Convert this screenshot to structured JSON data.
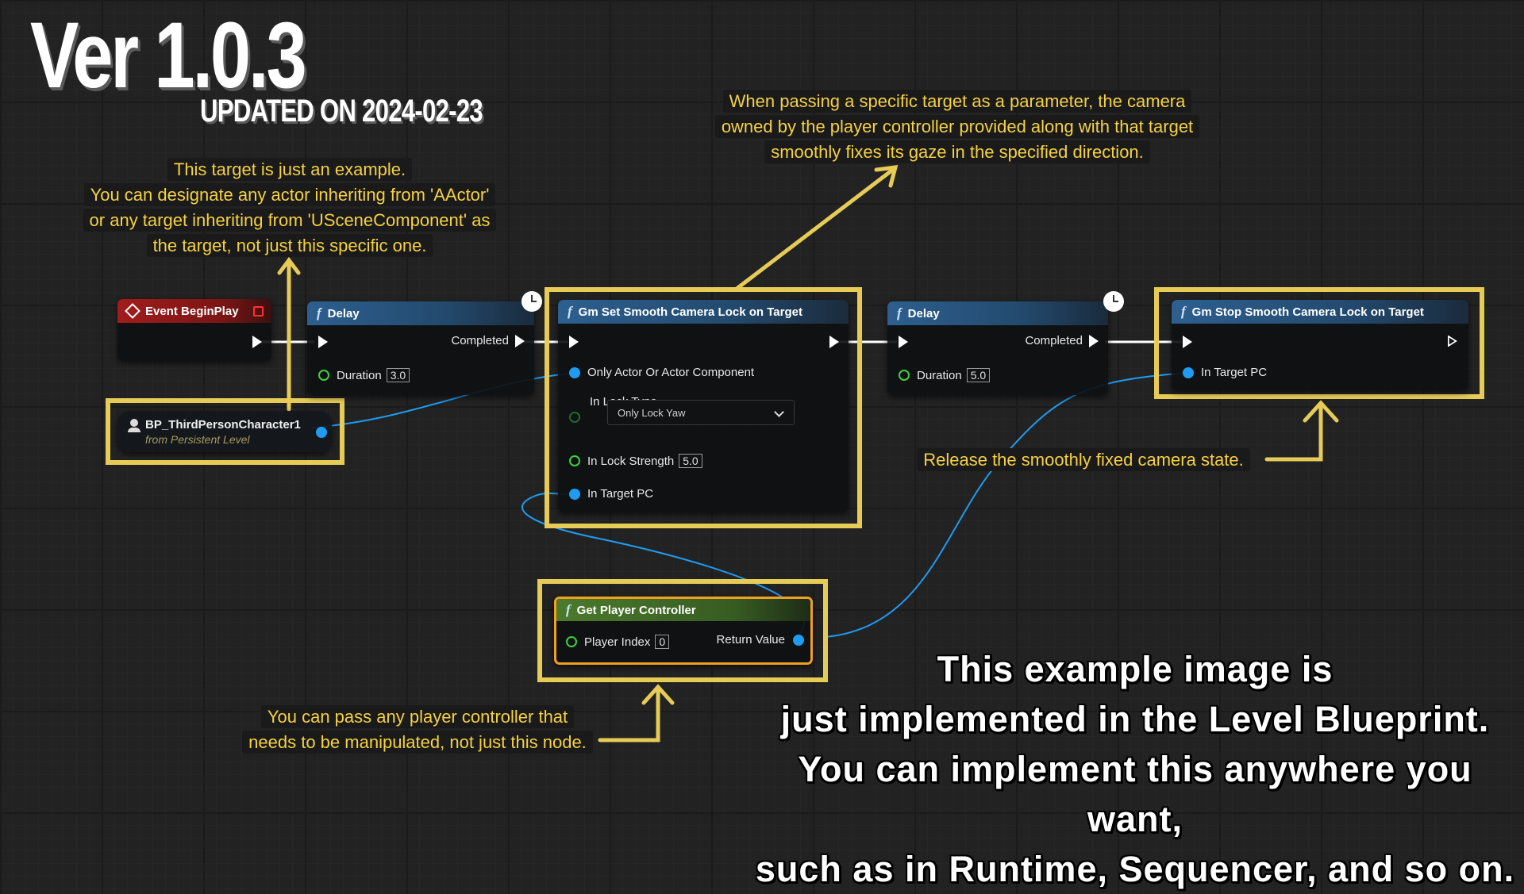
{
  "header": {
    "version": "Ver 1.0.3",
    "updated": "UPDATED ON 2024-02-23"
  },
  "notes": {
    "target_example": [
      "This target is just an example.",
      "You can designate any actor inheriting from 'AActor'",
      "or any target inheriting from 'USceneComponent' as",
      "the target, not just this specific one."
    ],
    "passing_target": [
      "When passing a specific target as a parameter, the camera",
      "owned by the player controller provided along with that target",
      "smoothly fixes its gaze in the specified direction."
    ],
    "release": "Release the smoothly fixed camera state.",
    "player_controller": [
      "You can pass any player controller that",
      "needs to be manipulated, not just this node."
    ]
  },
  "nodes": {
    "begin_play": {
      "title": "Event BeginPlay"
    },
    "delay1": {
      "title": "Delay",
      "completed": "Completed",
      "duration_label": "Duration",
      "duration_value": "3.0"
    },
    "set_lock": {
      "title": "Gm Set Smooth Camera Lock on Target",
      "pin_target": "Only Actor Or Actor Component",
      "pin_lock_type": "In Lock Type",
      "lock_type_value": "Only Lock Yaw",
      "pin_strength": "In Lock Strength",
      "strength_value": "5.0",
      "pin_pc": "In Target PC"
    },
    "delay2": {
      "title": "Delay",
      "completed": "Completed",
      "duration_label": "Duration",
      "duration_value": "5.0"
    },
    "stop_lock": {
      "title": "Gm Stop Smooth Camera Lock on Target",
      "pin_pc": "In Target PC"
    },
    "actor_ref": {
      "title": "BP_ThirdPersonCharacter1",
      "subtitle": "from Persistent Level"
    },
    "get_pc": {
      "title": "Get Player Controller",
      "player_index_label": "Player Index",
      "player_index_value": "0",
      "return_label": "Return Value"
    }
  },
  "bottom_text": [
    "This example image is",
    "just implemented in the Level Blueprint.",
    "You can implement this anywhere you want,",
    "such as in Runtime, Sequencer, and so on."
  ],
  "colors": {
    "highlight": "#e6cb57",
    "note_text": "#f5d142",
    "wire_blue": "#1d9cf2",
    "exec_white": "#ffffff"
  },
  "icons": [
    "event-diamond-icon",
    "function-icon",
    "clock-icon",
    "actor-person-icon",
    "chevron-down-icon"
  ]
}
